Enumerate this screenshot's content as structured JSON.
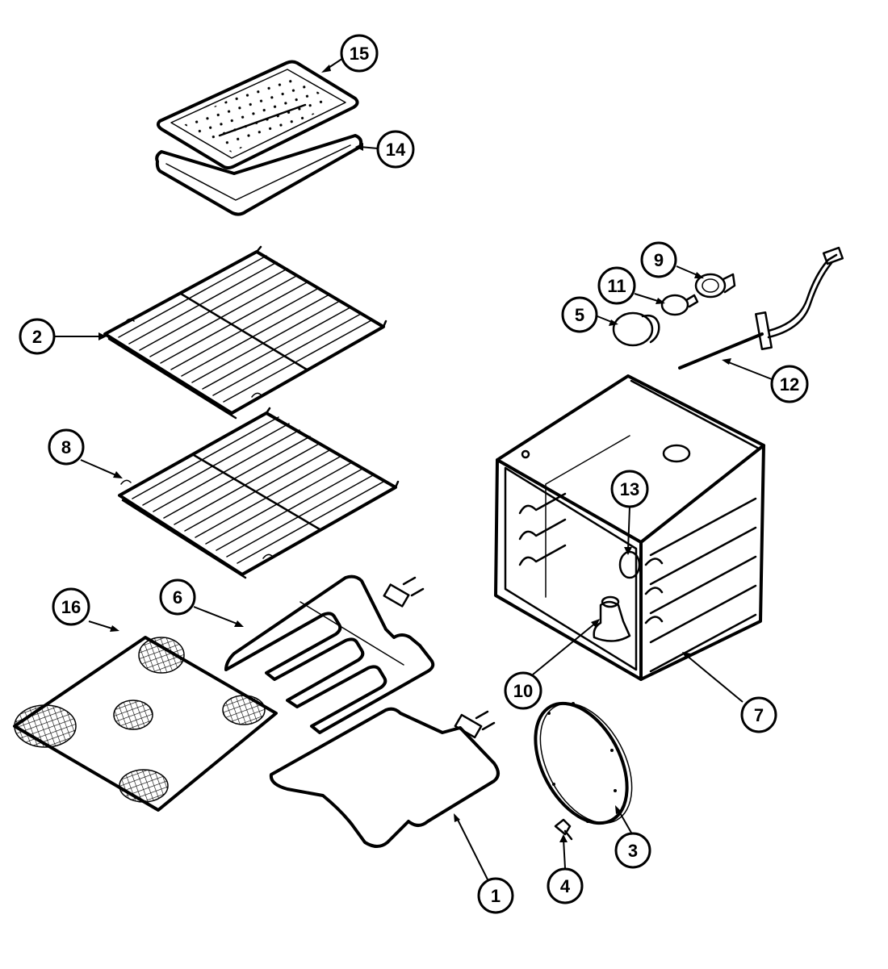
{
  "callouts": {
    "c1": "1",
    "c2": "2",
    "c3": "3",
    "c4": "4",
    "c5": "5",
    "c6": "6",
    "c7": "7",
    "c8": "8",
    "c9": "9",
    "c10": "10",
    "c11": "11",
    "c12": "12",
    "c13": "13",
    "c14": "14",
    "c15": "15",
    "c16": "16"
  },
  "colors": {
    "ink": "#000000",
    "paper": "#ffffff"
  }
}
